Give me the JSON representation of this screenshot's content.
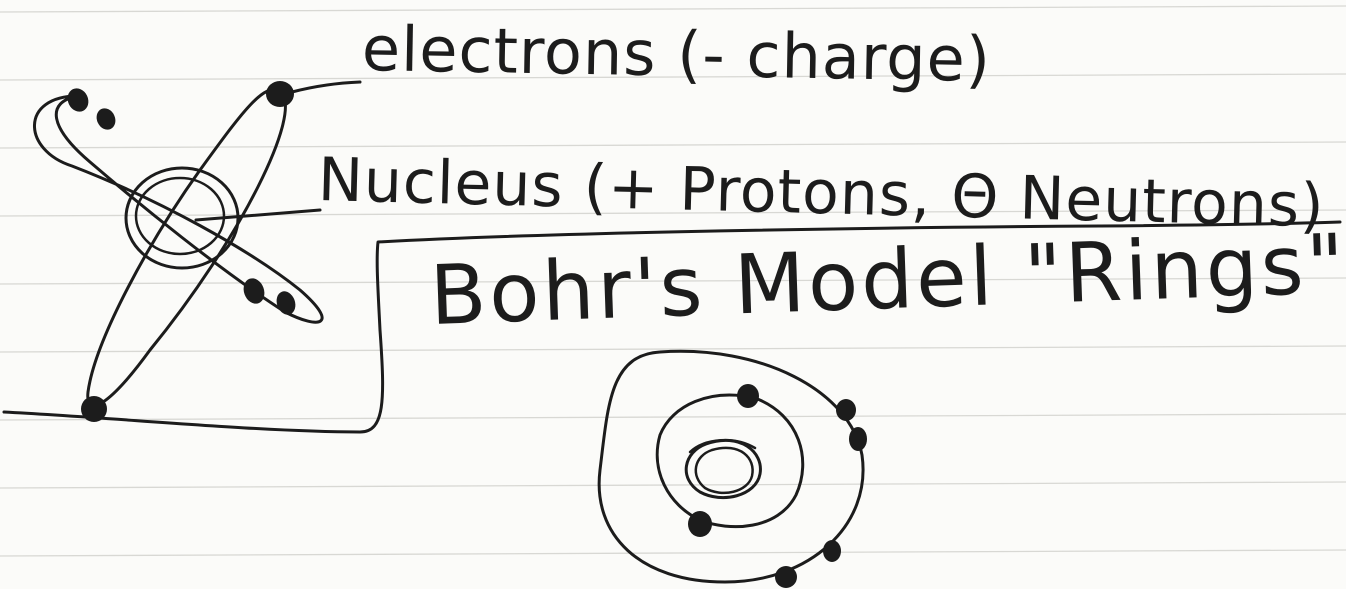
{
  "background_color": "#fbfbf9",
  "ruled_line_color": "#d8d8d4",
  "ink_color": "#1c1c1c",
  "labels": {
    "electrons": "electrons (- charge)",
    "nucleus": "Nucleus (+ Protons, Θ Neutrons)",
    "title": "Bohr's Model \"Rings\""
  }
}
